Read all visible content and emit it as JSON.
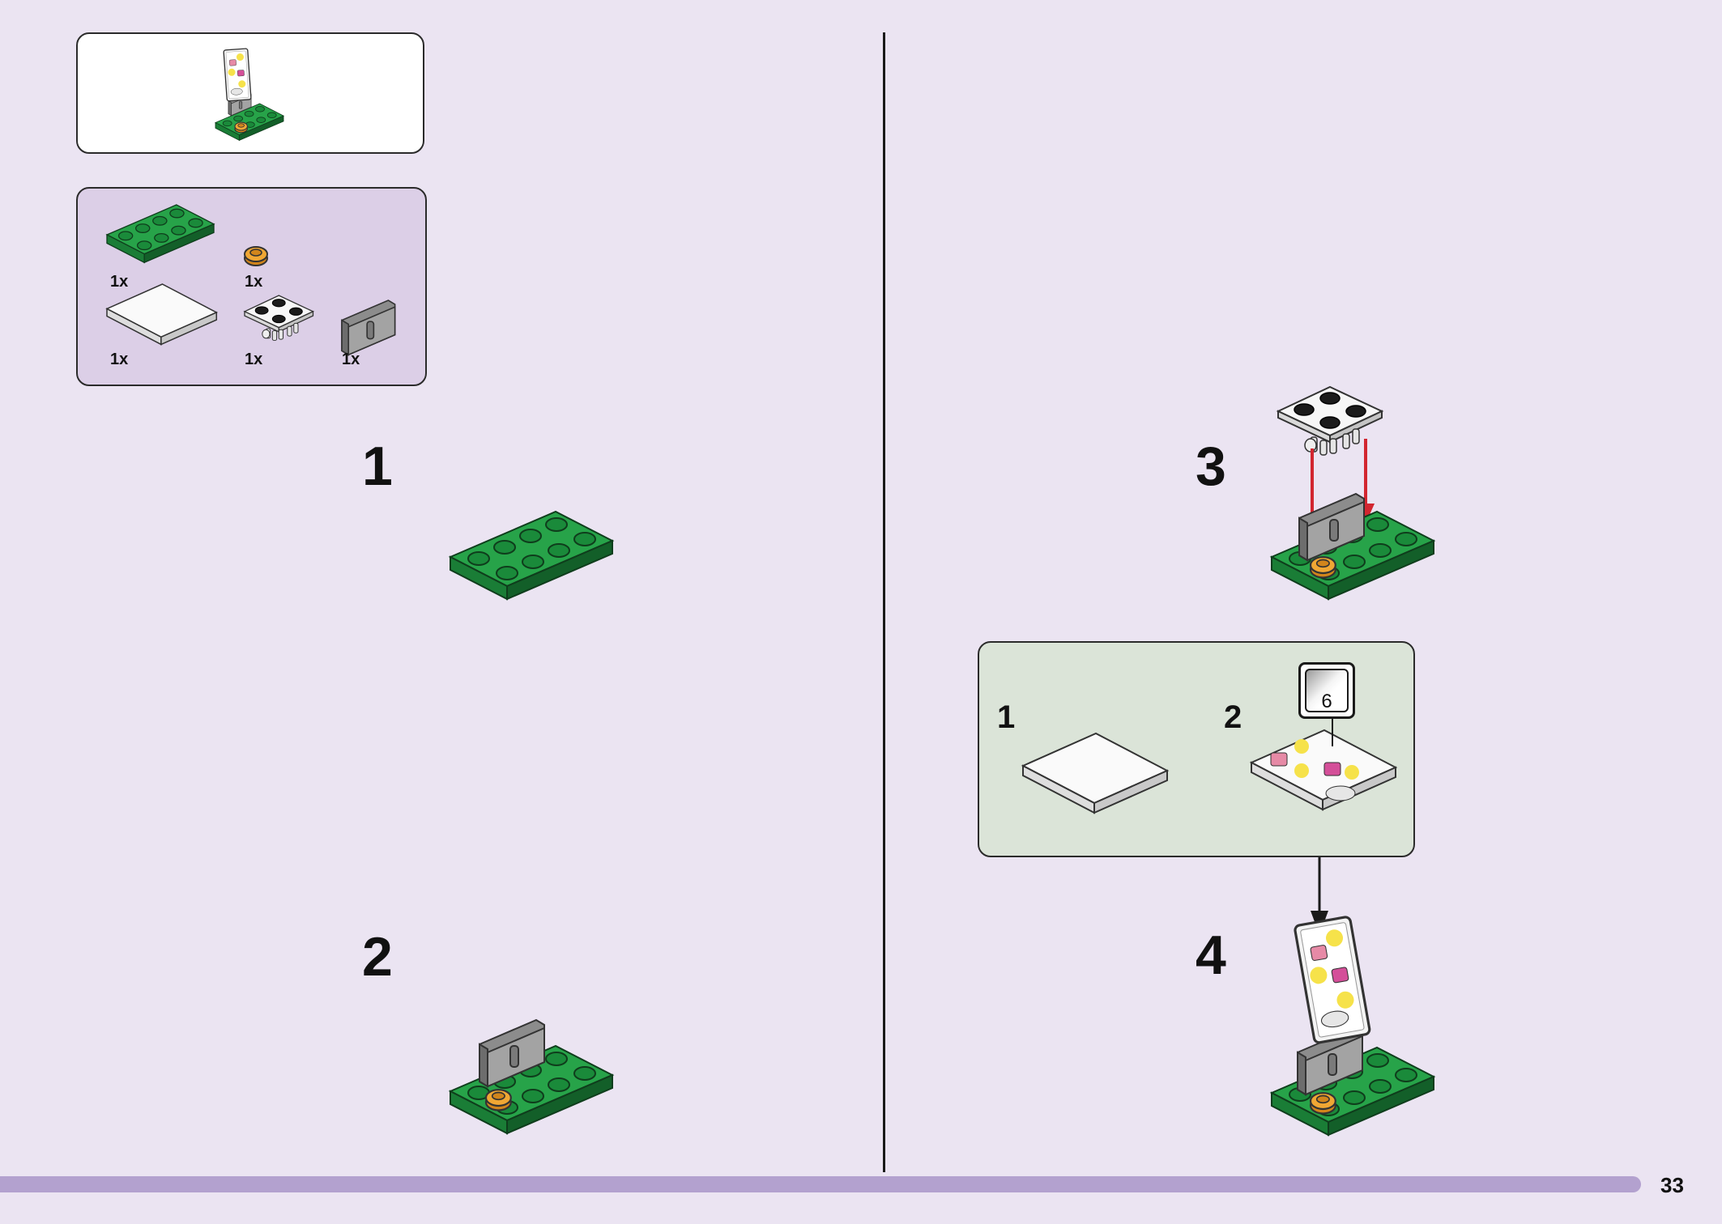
{
  "parts_list": {
    "items": [
      {
        "name": "green-plate-2x4",
        "qty": "1x"
      },
      {
        "name": "round-tile-orange",
        "qty": "1x"
      },
      {
        "name": "white-tile-2x4",
        "qty": "1x"
      },
      {
        "name": "white-plate-2x2-with-clips",
        "qty": "1x"
      },
      {
        "name": "gray-bracket",
        "qty": "1x"
      }
    ]
  },
  "steps": [
    {
      "number": "1"
    },
    {
      "number": "2"
    },
    {
      "number": "3"
    },
    {
      "number": "4"
    }
  ],
  "subassembly": {
    "steps": [
      {
        "number": "1"
      },
      {
        "number": "2"
      }
    ],
    "sticker": {
      "number": "6"
    }
  },
  "page": {
    "number": "33"
  },
  "colors": {
    "background": "#ebe4f2",
    "parts_panel": "#dccfe7",
    "subassembly_panel": "#dbe4d8",
    "brick_green": "#1f9a3e",
    "bar_lavender": "#b3a1cf",
    "arrow_red": "#d22630"
  }
}
